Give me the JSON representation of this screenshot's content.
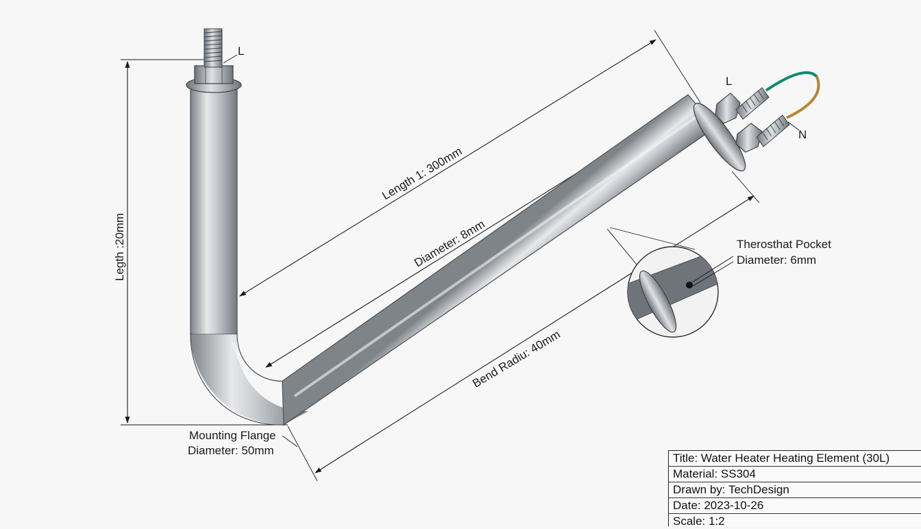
{
  "annotations": {
    "length1": "Length 1: 300mm",
    "diameter": "Diameter: 8mm",
    "length2": "Legth :20mm",
    "bend_radius": "Bend Radiu: 40mm",
    "flange_line1": "Mounting Flange",
    "flange_line2": "Diameter: 50mm",
    "pocket_line1": "Therosthat Pocket",
    "pocket_line2": "Diameter: 6mm",
    "terminal_left": "L",
    "terminal_right_l": "L",
    "terminal_right_n": "N"
  },
  "title_block": {
    "title": "Title: Water Heater Heating Element (30L)",
    "material": "Material: SS304",
    "drawn_by": "Drawn by: TechDesign",
    "date": "Date: 2023-10-26",
    "scale": "Scale: 1:2"
  },
  "colors": {
    "tube_light": "#e6e8ea",
    "tube_dark": "#7f8489",
    "wire_green": "#0f8a6e",
    "wire_brown": "#b8862e"
  }
}
